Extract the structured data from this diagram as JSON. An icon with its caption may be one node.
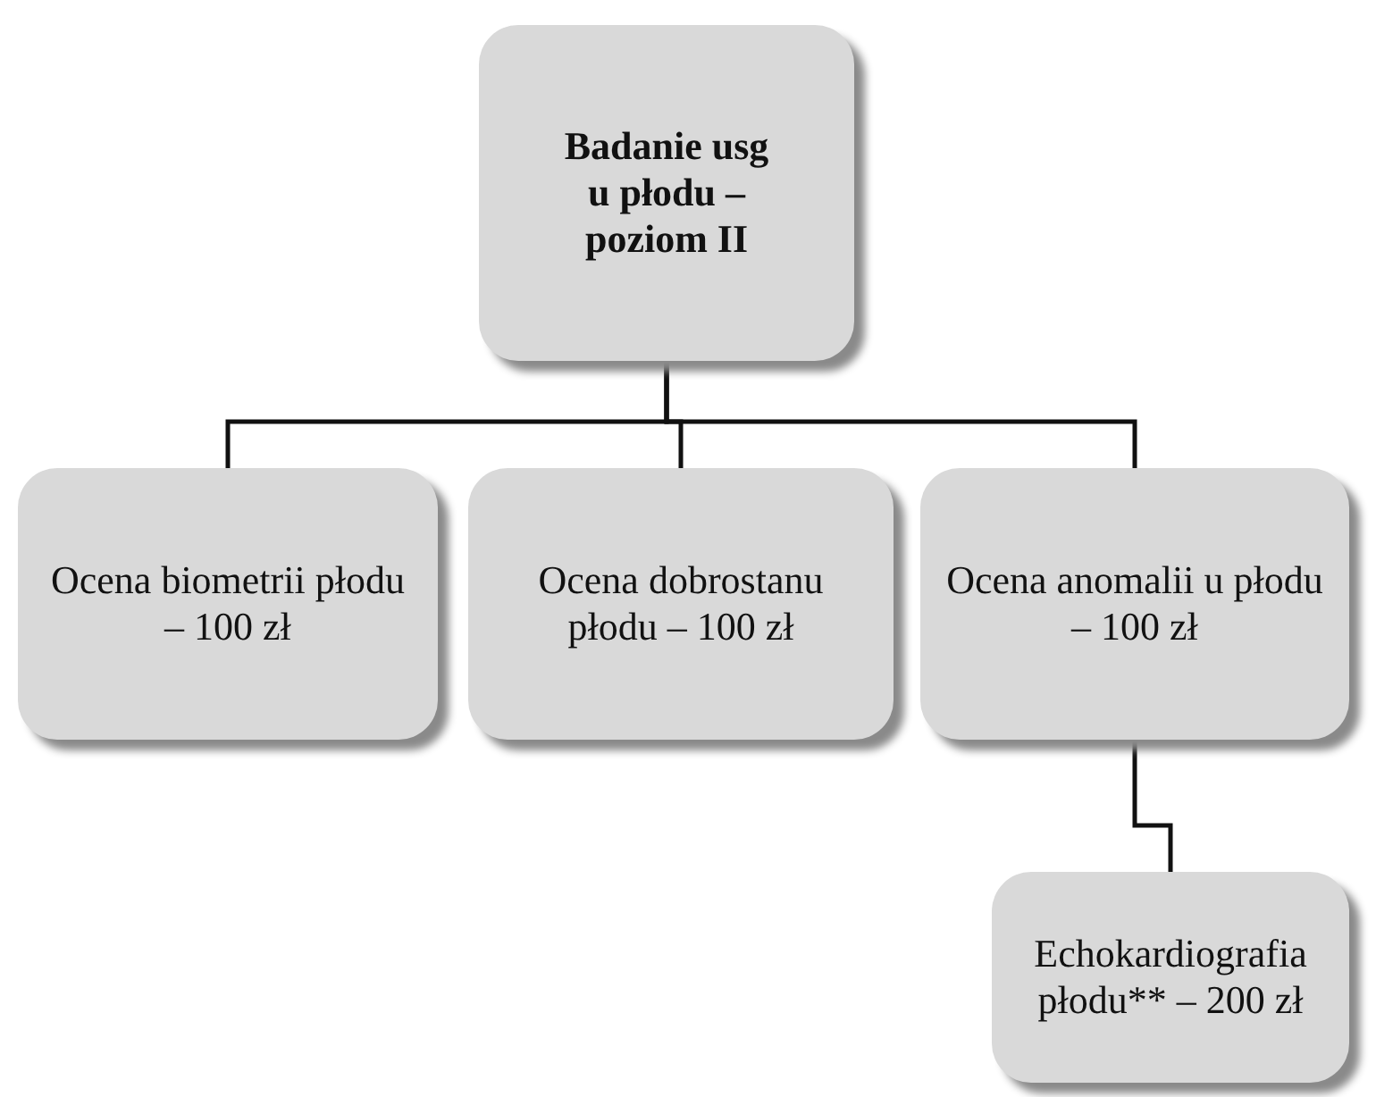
{
  "diagram": {
    "nodes": [
      {
        "text": [
          "Badanie usg u płodu – poziom II"
        ]
      },
      {
        "text": [
          "Ocena biometrii płodu – 100 zł"
        ]
      },
      {
        "text": [
          "Ocena dobrostanu płodu – 100 zł"
        ]
      },
      {
        "text": [
          "Ocena anomalii u płodu – 100 zł"
        ]
      },
      {
        "text": [
          "Echokardiografia płodu** – 200 zł"
        ]
      }
    ],
    "edges": [
      {
        "from": 0,
        "to": 1,
        "arrow": "none"
      },
      {
        "from": 0,
        "to": 2,
        "arrow": "none"
      },
      {
        "from": 0,
        "to": 3,
        "arrow": "none"
      },
      {
        "from": 3,
        "to": 4,
        "arrow": "none"
      }
    ]
  }
}
